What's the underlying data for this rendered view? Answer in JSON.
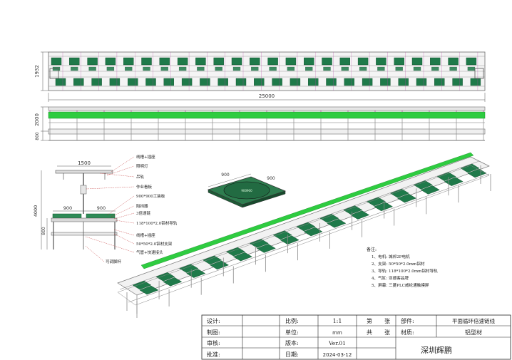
{
  "colors": {
    "belt": "#1f7a4a",
    "belt_light": "#2ecc40",
    "frame": "#8a8a8a",
    "accent": "#b84aa8",
    "line": "#222222",
    "dim": "#555555"
  },
  "top_view": {
    "dim_height": "1932",
    "dim_length": "25000"
  },
  "side_view": {
    "dim_total_height": "2000",
    "dim_leg_height": "800"
  },
  "section_view": {
    "dim_top": "1500",
    "dim_total_height": "4000",
    "dim_width_left": "900",
    "dim_width_right": "900",
    "dim_leg_height": "800",
    "callouts": [
      "线槽+插座",
      "照明灯",
      "吊轨",
      "作业看板",
      "900*900工装板",
      "阻挡器",
      "3倍速链",
      "118*100*2.0铝材导轨",
      "线槽+插座",
      "50*50*2.0铝材支架",
      "气管+快速接头",
      "可调脚杯"
    ]
  },
  "pallet_view": {
    "dim_a": "900",
    "dim_b": "900",
    "label": "900900"
  },
  "notes": {
    "title": "备注:",
    "items": [
      "1、电机: 城邦2P电机",
      "2、支架: 50*50*2.0mm铝材",
      "3、导轨: 118*100*2.0mm铝材导轨",
      "4、气缸: 亚德客品牌",
      "5、屏幕: 三菱PLC威纶通触摸屏"
    ]
  },
  "title_block": {
    "design_label": "设计:",
    "design_value": "",
    "draw_label": "制图:",
    "draw_value": "",
    "check_label": "审核:",
    "check_value": "",
    "approve_label": "批准:",
    "approve_value": "",
    "scale_label": "比例:",
    "scale_value": "1:1",
    "unit_label": "单位:",
    "unit_value": "mm",
    "version_label": "版本:",
    "version_value": "Ver.01",
    "date_label": "日期:",
    "date_value": "2024-03-12",
    "sheet_no": "第",
    "sheet_unit": "张",
    "sheet_total": "共",
    "sheet_total_unit": "张",
    "part_label": "部件:",
    "part_value": "平面循环倍速链线",
    "material_label": "材质:",
    "material_value": "铝型材",
    "company": "深圳辉鹏"
  }
}
